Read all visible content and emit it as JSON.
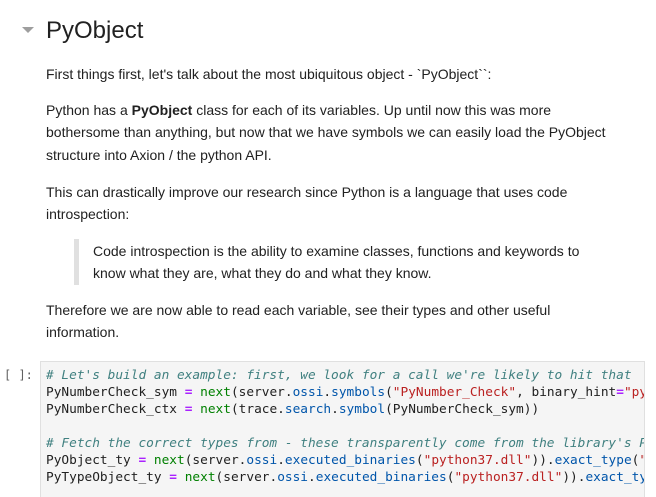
{
  "heading": "PyObject",
  "paragraphs": {
    "p1": "First things first, let's talk about the most ubiquitous object - `PyObject``:",
    "p2_prefix": "Python has a ",
    "p2_bold": "PyObject",
    "p2_line1_rest": " class for each of its variables. Up until now this was more",
    "p2_line2": "bothersome than anything, but now that we have symbols we can easily load the PyObject",
    "p2_line3": "structure into Axion / the python API.",
    "p3_line1": "This can drastically improve our research since Python is a language that uses code",
    "p3_line2": "introspection:",
    "quote_line1": "Code introspection is the ability to examine classes, functions and keywords to",
    "quote_line2": "know what they are, what they do and what they know.",
    "p4_line1": "Therefore we are now able to read each variable, see their types and other useful",
    "p4_line2": "information."
  },
  "code_cell": {
    "prompt": "[ ]:",
    "lines": [
      [
        {
          "t": "cm",
          "v": "# Let's build an example: first, we look for a call we're likely to hit that"
        }
      ],
      [
        {
          "t": "",
          "v": "PyNumberCheck_sym "
        },
        {
          "t": "op",
          "v": "="
        },
        {
          "t": "",
          "v": " "
        },
        {
          "t": "fn",
          "v": "next"
        },
        {
          "t": "",
          "v": "(server."
        },
        {
          "t": "at",
          "v": "ossi"
        },
        {
          "t": "",
          "v": "."
        },
        {
          "t": "at",
          "v": "symbols"
        },
        {
          "t": "",
          "v": "("
        },
        {
          "t": "st",
          "v": "\"PyNumber_Check\""
        },
        {
          "t": "",
          "v": ", binary_hint"
        },
        {
          "t": "op",
          "v": "="
        },
        {
          "t": "st",
          "v": "\"python37.dll\""
        },
        {
          "t": "",
          "v": "))"
        }
      ],
      [
        {
          "t": "",
          "v": "PyNumberCheck_ctx "
        },
        {
          "t": "op",
          "v": "="
        },
        {
          "t": "",
          "v": " "
        },
        {
          "t": "fn",
          "v": "next"
        },
        {
          "t": "",
          "v": "(trace."
        },
        {
          "t": "at",
          "v": "search"
        },
        {
          "t": "",
          "v": "."
        },
        {
          "t": "at",
          "v": "symbol"
        },
        {
          "t": "",
          "v": "(PyNumberCheck_sym))"
        }
      ],
      [],
      [
        {
          "t": "cm",
          "v": "# Fetch the correct types from - these transparently come from the library's PDB"
        }
      ],
      [
        {
          "t": "",
          "v": "PyObject_ty "
        },
        {
          "t": "op",
          "v": "="
        },
        {
          "t": "",
          "v": " "
        },
        {
          "t": "fn",
          "v": "next"
        },
        {
          "t": "",
          "v": "(server."
        },
        {
          "t": "at",
          "v": "ossi"
        },
        {
          "t": "",
          "v": "."
        },
        {
          "t": "at",
          "v": "executed_binaries"
        },
        {
          "t": "",
          "v": "("
        },
        {
          "t": "st",
          "v": "\"python37.dll\""
        },
        {
          "t": "",
          "v": "))."
        },
        {
          "t": "at",
          "v": "exact_type"
        },
        {
          "t": "",
          "v": "("
        },
        {
          "t": "st",
          "v": "\"_object\""
        },
        {
          "t": "",
          "v": ")"
        }
      ],
      [
        {
          "t": "",
          "v": "PyTypeObject_ty "
        },
        {
          "t": "op",
          "v": "="
        },
        {
          "t": "",
          "v": " "
        },
        {
          "t": "fn",
          "v": "next"
        },
        {
          "t": "",
          "v": "(server."
        },
        {
          "t": "at",
          "v": "ossi"
        },
        {
          "t": "",
          "v": "."
        },
        {
          "t": "at",
          "v": "executed_binaries"
        },
        {
          "t": "",
          "v": "("
        },
        {
          "t": "st",
          "v": "\"python37.dll\""
        },
        {
          "t": "",
          "v": "))."
        },
        {
          "t": "at",
          "v": "exact_type"
        },
        {
          "t": "",
          "v": "("
        },
        {
          "t": "st",
          "v": "\"_typeobject\""
        },
        {
          "t": "",
          "v": ")"
        }
      ]
    ]
  },
  "colors": {
    "comment": "#408080",
    "operator": "#aa22ff",
    "builtin": "#008000",
    "string": "#ba2121",
    "attribute": "#0055aa",
    "cell_background": "#f5f5f5"
  },
  "icons": {
    "collapse": "caret-down-icon"
  }
}
